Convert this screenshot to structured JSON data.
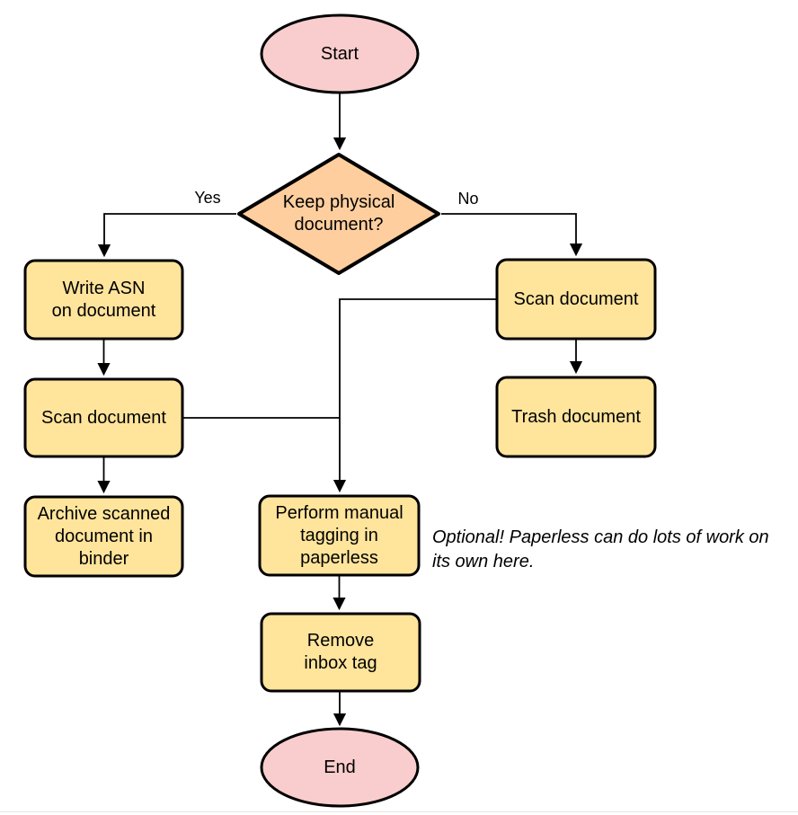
{
  "diagram": {
    "type": "flowchart",
    "nodes": {
      "start": {
        "label": "Start",
        "shape": "terminator"
      },
      "decision": {
        "label": "Keep physical\ndocument?",
        "shape": "diamond"
      },
      "write_asn": {
        "label": "Write ASN\non document",
        "shape": "process"
      },
      "scan_left": {
        "label": "Scan document",
        "shape": "process"
      },
      "archive": {
        "label": "Archive scanned\ndocument in\nbinder",
        "shape": "process"
      },
      "scan_right": {
        "label": "Scan document",
        "shape": "process"
      },
      "trash": {
        "label": "Trash document",
        "shape": "process"
      },
      "perform_tagging": {
        "label": "Perform manual\ntagging in\npaperless",
        "shape": "process"
      },
      "remove_inbox": {
        "label": "Remove\ninbox tag",
        "shape": "process"
      },
      "end": {
        "label": "End",
        "shape": "terminator"
      }
    },
    "edge_labels": {
      "yes": "Yes",
      "no": "No"
    },
    "note": "Optional! Paperless can do lots of work on\nits own here.",
    "colors": {
      "terminal_fill": "#f9cdcd",
      "decision_fill": "#ffce9e",
      "process_fill": "#ffe49c",
      "stroke": "#000000"
    }
  }
}
